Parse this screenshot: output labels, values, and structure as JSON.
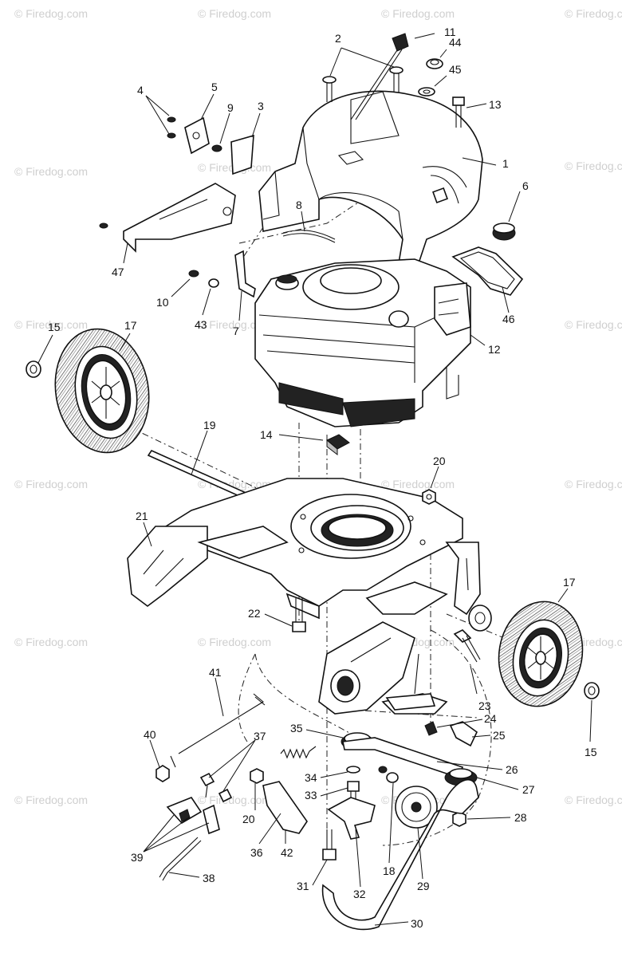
{
  "watermark": "© Firedog.com",
  "callouts": [
    {
      "id": "c2",
      "text": "2"
    },
    {
      "id": "c11",
      "text": "11"
    },
    {
      "id": "c44",
      "text": "44"
    },
    {
      "id": "c45",
      "text": "45"
    },
    {
      "id": "c13",
      "text": "13"
    },
    {
      "id": "c4",
      "text": "4"
    },
    {
      "id": "c5",
      "text": "5"
    },
    {
      "id": "c9",
      "text": "9"
    },
    {
      "id": "c3",
      "text": "3"
    },
    {
      "id": "c1",
      "text": "1"
    },
    {
      "id": "c6",
      "text": "6"
    },
    {
      "id": "c8",
      "text": "8"
    },
    {
      "id": "c47",
      "text": "47"
    },
    {
      "id": "c10",
      "text": "10"
    },
    {
      "id": "c43",
      "text": "43"
    },
    {
      "id": "c7",
      "text": "7"
    },
    {
      "id": "c46",
      "text": "46"
    },
    {
      "id": "c12",
      "text": "12"
    },
    {
      "id": "c15a",
      "text": "15"
    },
    {
      "id": "c17a",
      "text": "17"
    },
    {
      "id": "c14",
      "text": "14"
    },
    {
      "id": "c19",
      "text": "19"
    },
    {
      "id": "c20a",
      "text": "20"
    },
    {
      "id": "c21",
      "text": "21"
    },
    {
      "id": "c22",
      "text": "22"
    },
    {
      "id": "c17b",
      "text": "17"
    },
    {
      "id": "c41",
      "text": "41"
    },
    {
      "id": "c23",
      "text": "23"
    },
    {
      "id": "c24",
      "text": "24"
    },
    {
      "id": "c25",
      "text": "25"
    },
    {
      "id": "c15b",
      "text": "15"
    },
    {
      "id": "c40",
      "text": "40"
    },
    {
      "id": "c37",
      "text": "37"
    },
    {
      "id": "c35",
      "text": "35"
    },
    {
      "id": "c26",
      "text": "26"
    },
    {
      "id": "c34",
      "text": "34"
    },
    {
      "id": "c27",
      "text": "27"
    },
    {
      "id": "c33",
      "text": "33"
    },
    {
      "id": "c20b",
      "text": "20"
    },
    {
      "id": "c28",
      "text": "28"
    },
    {
      "id": "c36",
      "text": "36"
    },
    {
      "id": "c42",
      "text": "42"
    },
    {
      "id": "c39",
      "text": "39"
    },
    {
      "id": "c18",
      "text": "18"
    },
    {
      "id": "c38",
      "text": "38"
    },
    {
      "id": "c31",
      "text": "31"
    },
    {
      "id": "c32",
      "text": "32"
    },
    {
      "id": "c29",
      "text": "29"
    },
    {
      "id": "c30",
      "text": "30"
    }
  ]
}
